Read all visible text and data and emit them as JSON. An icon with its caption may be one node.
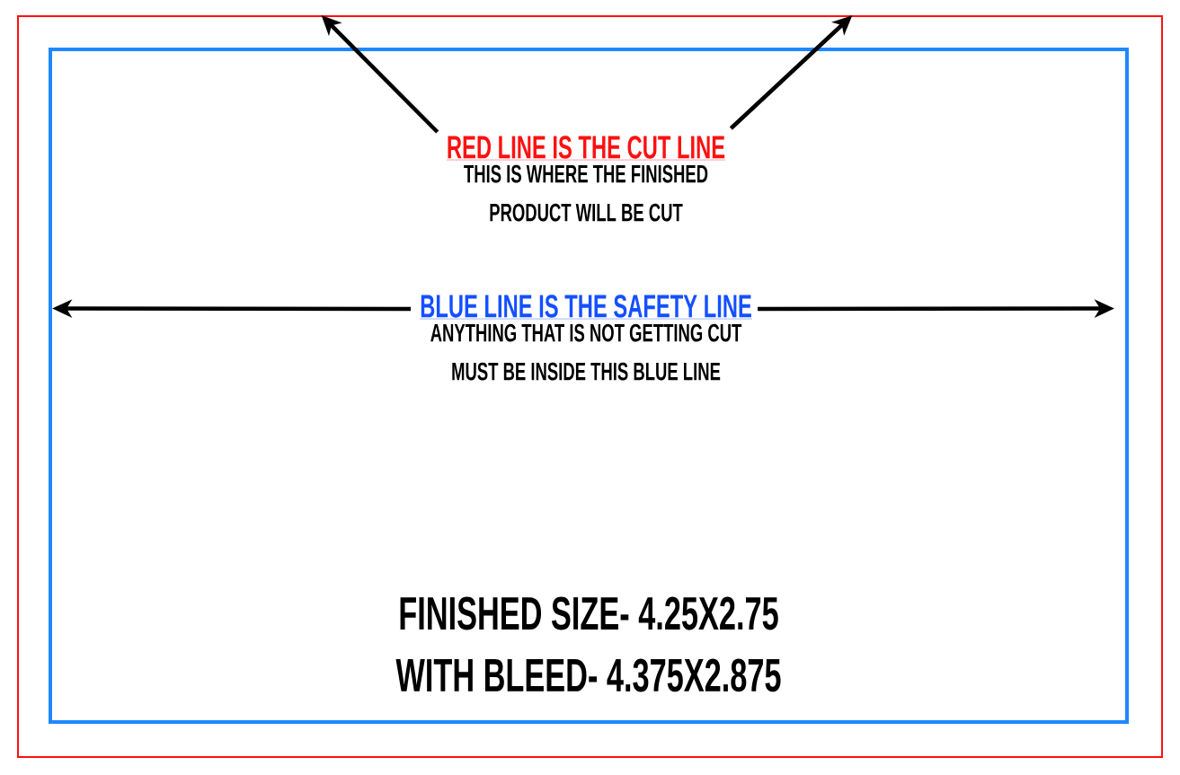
{
  "diagram": {
    "nodes": [
      {
        "text": [],
        "shape": "box"
      },
      {
        "text": [],
        "shape": "box",
        "in": 0
      },
      {
        "text": [
          "RED LINE IS THE CUT LINE",
          "THIS IS WHERE THE FINISHED PRODUCT WILL BE CUT"
        ],
        "in": 1
      },
      {
        "text": [
          "BLUE LINE IS THE SAFETY LINE",
          "ANYTHING THAT IS NOT GETTING CUT MUST BE INSIDE THIS BLUE LINE"
        ],
        "in": 1
      }
    ],
    "edges": [
      {
        "from": 2,
        "to": 0,
        "arrow": "to"
      },
      {
        "from": 2,
        "to": 0,
        "arrow": "to"
      },
      {
        "from": 3,
        "to": 1,
        "arrow": "to"
      },
      {
        "from": 3,
        "to": 1,
        "arrow": "to"
      }
    ],
    "labels": [
      "FINISHED SIZE- 4.25X2.75",
      "WITH BLEED- 4.375X2.875"
    ]
  }
}
